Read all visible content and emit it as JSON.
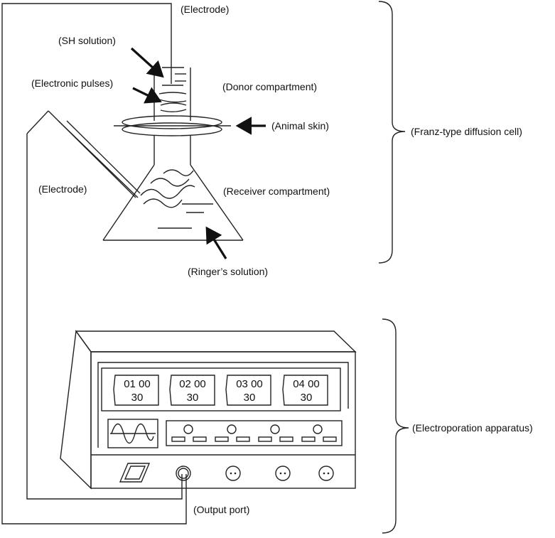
{
  "labels": {
    "electrode_top": "(Electrode)",
    "sh_solution": "(SH solution)",
    "electronic_pulses": "(Electronic pulses)",
    "donor_compartment": "(Donor compartment)",
    "animal_skin": "(Animal skin)",
    "franz_cell": "(Franz-type diffusion cell)",
    "electrode_left": "(Electrode)",
    "receiver_compartment": "(Receiver compartment)",
    "ringers_solution": "(Ringer’s solution)",
    "electroporation_apparatus": "(Electroporation apparatus)",
    "output_port": "(Output port)"
  },
  "displays": [
    {
      "line1": "01 00",
      "line2": "30"
    },
    {
      "line1": "02 00",
      "line2": "30"
    },
    {
      "line1": "03 00",
      "line2": "30"
    },
    {
      "line1": "04 00",
      "line2": "30"
    }
  ],
  "icons": {
    "waveform": "sine-wave-icon",
    "power_switch": "power-switch-icon",
    "port": "socket-icon"
  },
  "colors": {
    "line": "#222222",
    "background": "#ffffff"
  }
}
